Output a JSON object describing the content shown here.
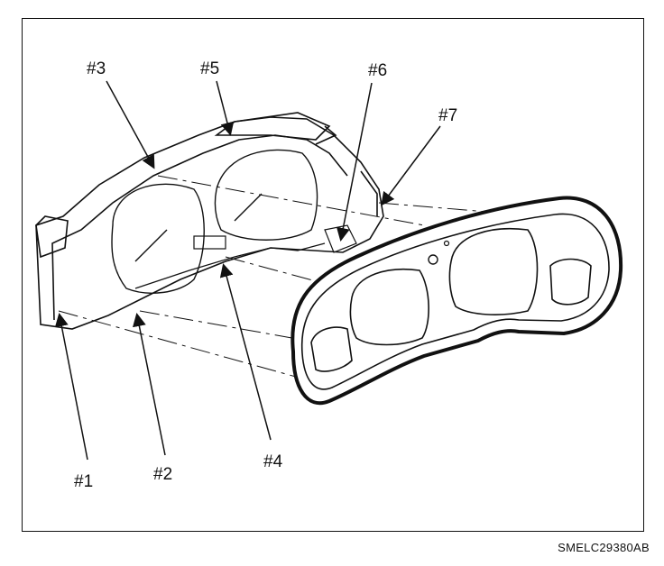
{
  "callouts": [
    "#1",
    "#2",
    "#3",
    "#4",
    "#5",
    "#6",
    "#7"
  ],
  "figure_code": "SMELC29380AB",
  "colors": {
    "ink": "#111111",
    "paper": "#ffffff"
  }
}
